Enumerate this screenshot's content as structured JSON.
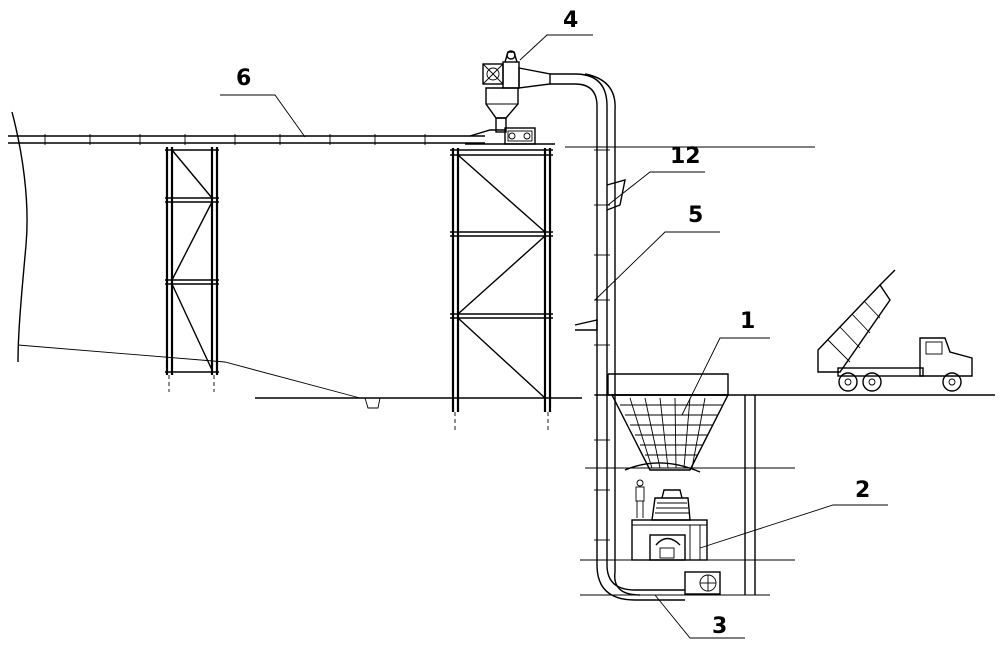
{
  "callouts": [
    {
      "id": "1",
      "text": "1"
    },
    {
      "id": "2",
      "text": "2"
    },
    {
      "id": "3",
      "text": "3"
    },
    {
      "id": "4",
      "text": "4"
    },
    {
      "id": "5",
      "text": "5"
    },
    {
      "id": "6",
      "text": "6"
    },
    {
      "id": "12",
      "text": "12"
    }
  ]
}
